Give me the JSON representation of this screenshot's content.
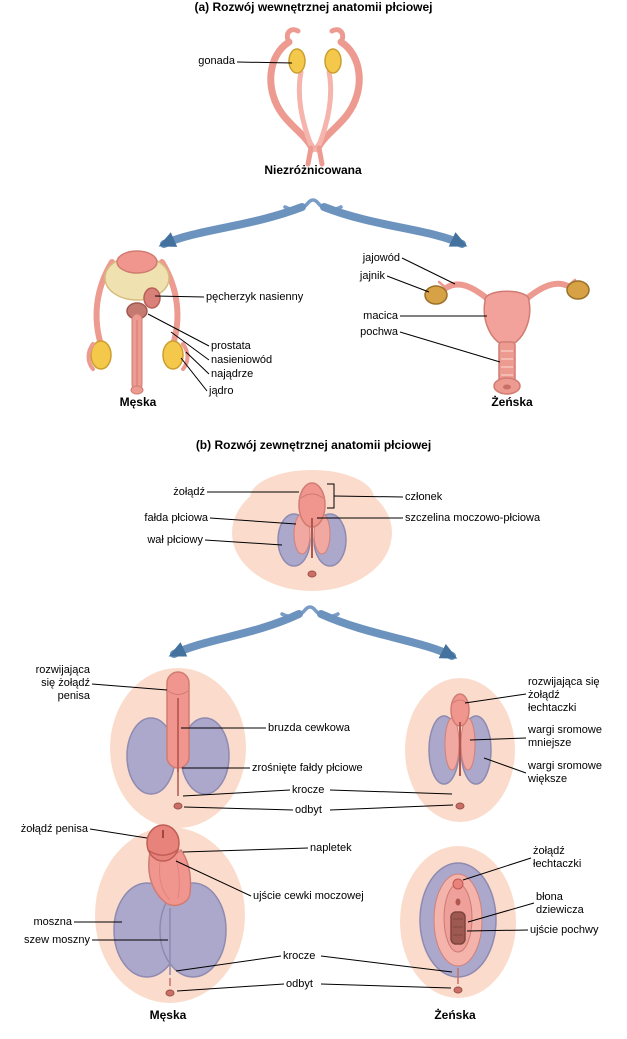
{
  "section_a": {
    "title": "(a) Rozwój wewnętrznej anatomii płciowej",
    "gonad": "gonada",
    "undifferentiated_caption": "Niezróżnicowana",
    "male_caption": "Męska",
    "female_caption": "Żeńska",
    "seminal_vesicle": "pęcherzyk nasienny",
    "prostate": "prostata",
    "vas_deferens": "nasieniowód",
    "epididymis": "najądrze",
    "testis": "jądro",
    "oviduct": "jajowód",
    "ovary": "jajnik",
    "uterus": "macica",
    "vagina": "pochwa"
  },
  "section_b": {
    "title": "(b) Rozwój zewnętrznej anatomii płciowej",
    "glans": "żołądź",
    "phallus": "członek",
    "genital_fold": "fałda płciowa",
    "urogenital_slit": "szczelina moczowo-płciowa",
    "genital_ridge": "wał płciowy",
    "developing_glans_penis": "rozwijająca\nsię żołądź\npenisa",
    "urethral_groove": "bruzda cewkowa",
    "fused_genital_folds": "zrośnięte fałdy płciowe",
    "perineum_developing": "krocze",
    "anus_developing": "odbyt",
    "developing_glans_clitoris": "rozwijająca się\nżołądź\nłechtaczki",
    "labia_minora": "wargi sromowe\nmniejsze",
    "labia_majora": "wargi sromowe\nwiększe",
    "glans_penis": "żołądź penisa",
    "foreskin": "napletek",
    "urethral_opening": "ujście cewki moczowej",
    "scrotum": "moszna",
    "scrotal_raphe": "szew moszny",
    "perineum": "krocze",
    "anus": "odbyt",
    "glans_clitoris": "żołądź\nłechtaczki",
    "hymen": "błona\ndziewicza",
    "vaginal_opening": "ujście pochwy",
    "male_caption": "Męska",
    "female_caption": "Żeńska"
  },
  "colors": {
    "duct_salmon": "#ED9A91",
    "organ_pink": "#F2A29A",
    "gonad_yellow": "#F3C84B",
    "ovary_brown": "#D7A246",
    "bladder_cream": "#F0E2B0",
    "skin_pale": "#FBDCCC",
    "swelling_purple": "#ACA8CC",
    "arrow_blue": "#6C93BE",
    "dark_opening": "#9E5A52"
  }
}
